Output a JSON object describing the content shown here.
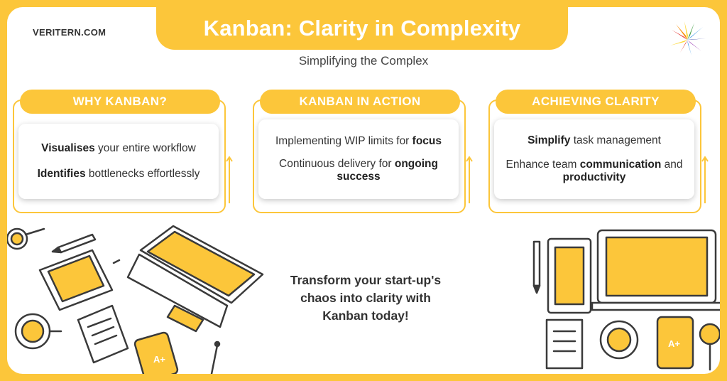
{
  "brand": "VERITERN.COM",
  "title": "Kanban: Clarity in Complexity",
  "subtitle": "Simplifying the Complex",
  "columns": [
    {
      "heading": "WHY KANBAN?",
      "items": [
        {
          "bold": "Visualises",
          "rest": " your entire workflow",
          "after": ""
        },
        {
          "bold": "Identifies",
          "rest": " bottlenecks effortlessly",
          "after": ""
        }
      ]
    },
    {
      "heading": "KANBAN IN ACTION",
      "items": [
        {
          "lead": "Implementing WIP limits for ",
          "bold": "focus"
        },
        {
          "lead": "Continuous delivery for ",
          "bold": "ongoing success"
        }
      ]
    },
    {
      "heading": "ACHIEVING CLARITY",
      "items": [
        {
          "bold": "Simplify",
          "rest": " task management"
        },
        {
          "lead": "Enhance team ",
          "bold": "communication",
          "mid": " and ",
          "bold2": "productivity"
        }
      ]
    }
  ],
  "cta": "Transform your start-up's chaos into clarity with Kanban today!",
  "badge_text": "A+",
  "colors": {
    "accent": "#FCC63A",
    "text": "#333333",
    "line": "#3a3a3a"
  }
}
